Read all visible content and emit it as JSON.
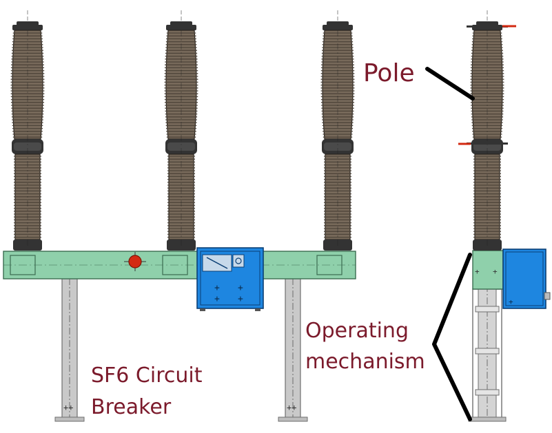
{
  "labels": {
    "pole": "Pole",
    "mechanism_line1": "Operating",
    "mechanism_line2": "mechanism",
    "breaker_line1": "SF6 Circuit",
    "breaker_line2": "Breaker"
  },
  "colors": {
    "insulator": "#77695a",
    "insulator_shade": "#4e4439",
    "insulator_edge": "#2a2520",
    "flange": "#333333",
    "frame": "#8fd0ab",
    "frame_edge": "#3a6b50",
    "cabinet": "#1e86e0",
    "cabinet_edge": "#0b3f74",
    "support": "#c9c9c9",
    "support_edge": "#6e6e6e",
    "indicator": "#d32a12",
    "label": "#7b1a2b",
    "pointer": "#000000"
  }
}
